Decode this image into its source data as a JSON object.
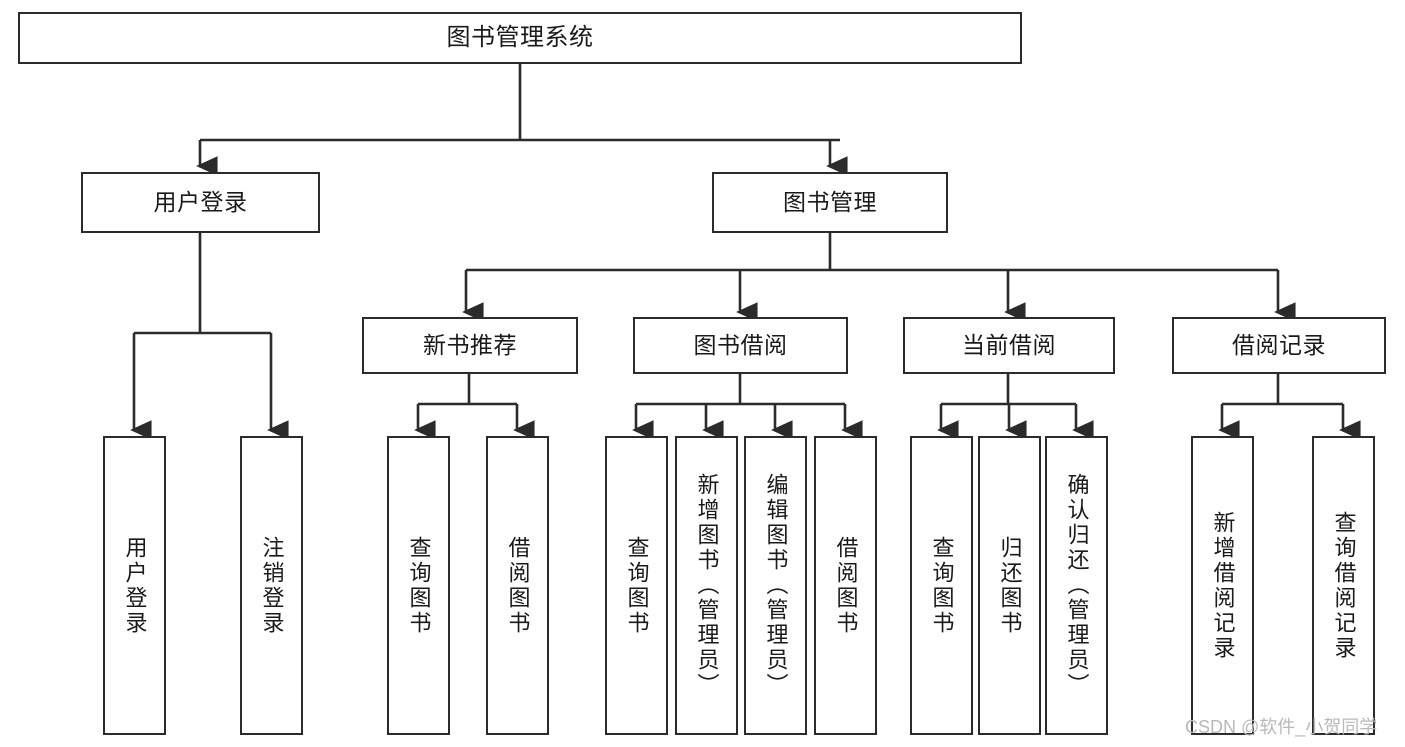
{
  "diagram": {
    "title": "图书管理系统",
    "watermark": "CSDN @软件_小贺同学",
    "style": {
      "box_border_color": "#2b2b2b",
      "box_fill_color": "#ffffff",
      "edge_color": "#2b2b2b",
      "text_color": "#1a1a1a",
      "background": "#ffffff",
      "watermark_color": "#b9b9b9"
    },
    "nodes": {
      "root": {
        "label": "图书管理系统",
        "level": 0
      },
      "user_login": {
        "label": "用户登录",
        "level": 1
      },
      "book_manage": {
        "label": "图书管理",
        "level": 1
      },
      "new_book_rec": {
        "label": "新书推荐",
        "level": 2
      },
      "book_borrow": {
        "label": "图书借阅",
        "level": 2
      },
      "current_borrow": {
        "label": "当前借阅",
        "level": 2
      },
      "borrow_record": {
        "label": "借阅记录",
        "level": 2
      },
      "leaf_user_login": {
        "label": "用户登录",
        "level": 3
      },
      "leaf_logout": {
        "label": "注销登录",
        "level": 3
      },
      "leaf_query_book_1": {
        "label": "查询图书",
        "level": 3
      },
      "leaf_borrow_book_1": {
        "label": "借阅图书",
        "level": 3
      },
      "leaf_query_book_2": {
        "label": "查询图书",
        "level": 3
      },
      "leaf_add_book": {
        "label": "新增图书（管理员）",
        "level": 3
      },
      "leaf_edit_book": {
        "label": "编辑图书（管理员）",
        "level": 3
      },
      "leaf_borrow_book_2": {
        "label": "借阅图书",
        "level": 3
      },
      "leaf_query_book_3": {
        "label": "查询图书",
        "level": 3
      },
      "leaf_return_book": {
        "label": "归还图书",
        "level": 3
      },
      "leaf_confirm_return": {
        "label": "确认归还（管理员）",
        "level": 3
      },
      "leaf_add_record": {
        "label": "新增借阅记录",
        "level": 3
      },
      "leaf_query_record": {
        "label": "查询借阅记录",
        "level": 3
      }
    },
    "hierarchy": {
      "图书管理系统": {
        "用户登录": [
          "用户登录",
          "注销登录"
        ],
        "图书管理": {
          "新书推荐": [
            "查询图书",
            "借阅图书"
          ],
          "图书借阅": [
            "查询图书",
            "新增图书（管理员）",
            "编辑图书（管理员）",
            "借阅图书"
          ],
          "当前借阅": [
            "查询图书",
            "归还图书",
            "确认归还（管理员）"
          ],
          "借阅记录": [
            "新增借阅记录",
            "查询借阅记录"
          ]
        }
      }
    }
  }
}
